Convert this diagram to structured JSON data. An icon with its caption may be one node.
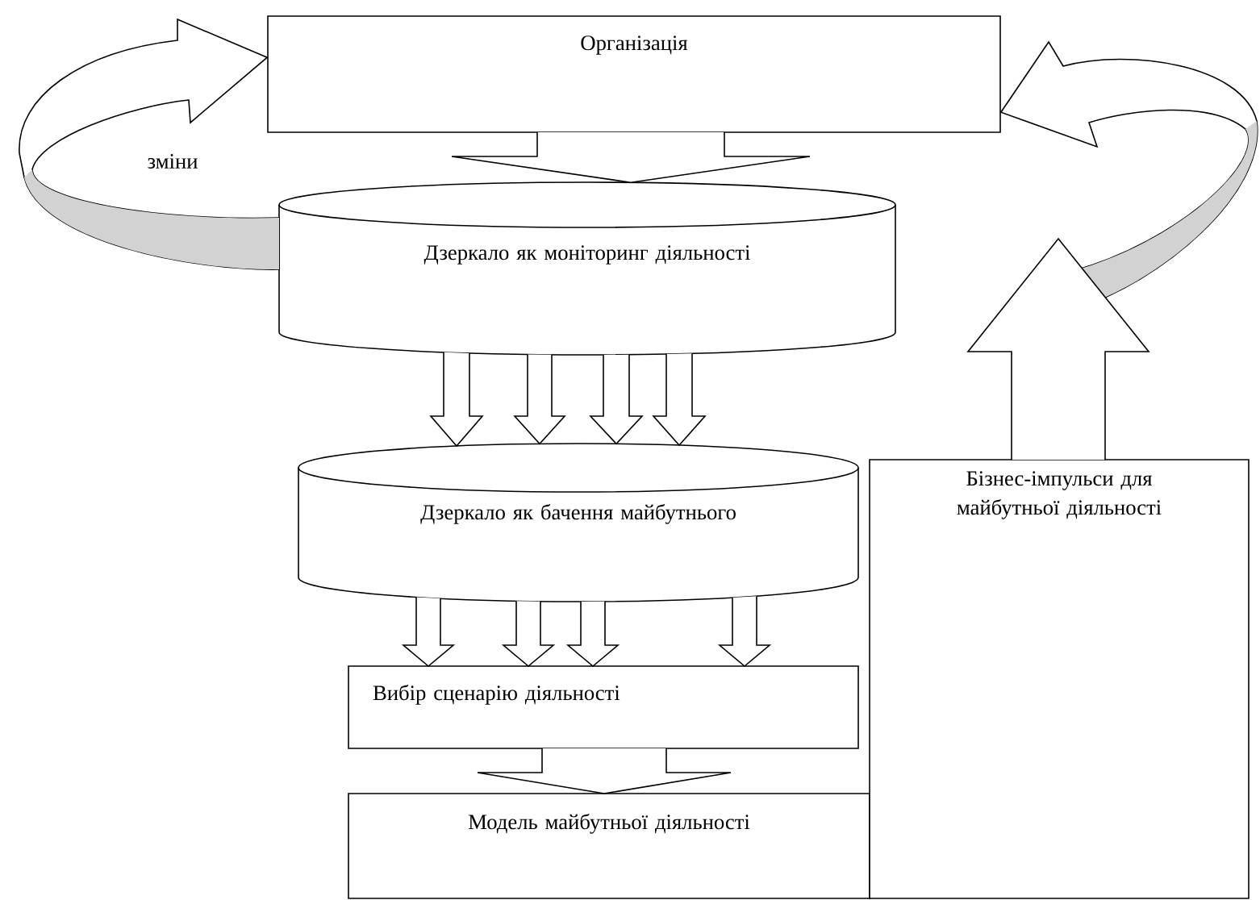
{
  "diagram": {
    "nodes": [
      {
        "text": [
          "Організація"
        ]
      },
      {
        "text": [
          "Дзеркало як моніторинг діяльності"
        ]
      },
      {
        "text": [
          "Дзеркало як бачення майбутнього"
        ]
      },
      {
        "text": [
          "Вибір сценарію діяльності"
        ]
      },
      {
        "text": [
          "Модель майбутньої  діяльності"
        ]
      },
      {
        "text": [
          "Бізнес-імпульси для майбутньої діяльності"
        ]
      }
    ],
    "edges": [
      {
        "from": 0,
        "to": 1,
        "arrow": "to"
      },
      {
        "from": 1,
        "to": 2,
        "arrow": "to"
      },
      {
        "from": 1,
        "to": 2,
        "arrow": "to"
      },
      {
        "from": 1,
        "to": 2,
        "arrow": "to"
      },
      {
        "from": 1,
        "to": 2,
        "arrow": "to"
      },
      {
        "from": 2,
        "to": 3,
        "arrow": "to"
      },
      {
        "from": 2,
        "to": 3,
        "arrow": "to"
      },
      {
        "from": 2,
        "to": 3,
        "arrow": "to"
      },
      {
        "from": 2,
        "to": 3,
        "arrow": "to"
      },
      {
        "from": 3,
        "to": 4,
        "arrow": "to"
      },
      {
        "from": 1,
        "to": 0,
        "arrow": "to",
        "label": "зміни"
      },
      {
        "from": null,
        "to": 0,
        "arrow": "to"
      },
      {
        "from": 5,
        "to": null,
        "arrow": "to"
      }
    ]
  }
}
